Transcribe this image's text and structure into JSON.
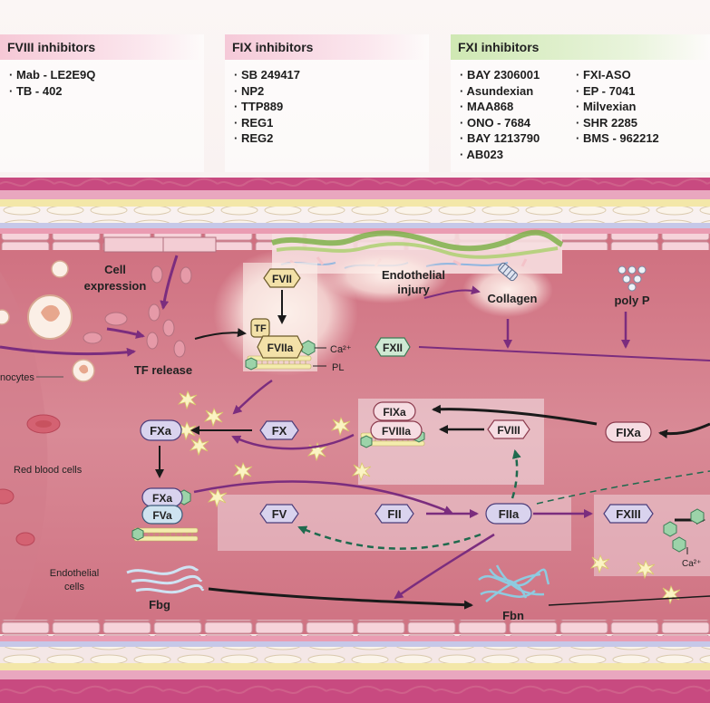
{
  "panels": {
    "fviii": {
      "title": "FVIII inhibitors",
      "items": [
        "Mab - LE2E9Q",
        "TB - 402"
      ]
    },
    "fix": {
      "title": "FIX inhibitors",
      "items": [
        "SB 249417",
        "NP2",
        "TTP889",
        "REG1",
        "REG2"
      ]
    },
    "fxi": {
      "title": "FXI inhibitors",
      "col1": [
        "BAY 2306001",
        "Asundexian",
        "MAA868",
        "ONO - 7684",
        "BAY 1213790",
        "AB023"
      ],
      "col2": [
        "FXI-ASO",
        "EP - 7041",
        "Milvexian",
        "SHR 2285",
        "BMS - 962212"
      ]
    }
  },
  "labels": {
    "cell_expression": [
      "Cell",
      "expression"
    ],
    "tf_release": "TF release",
    "monocytes": "nocytes",
    "red_blood_cells": "Red blood cells",
    "endothelial_cells": [
      "Endothelial",
      "cells"
    ],
    "endothelial_injury": [
      "Endothelial",
      "injury"
    ],
    "collagen": "Collagen",
    "poly_p": "poly  P",
    "ca_top": "Ca²⁺",
    "pl": "PL",
    "ca_right": "Ca²⁺"
  },
  "factors": {
    "fvii": "FVII",
    "tf": "TF",
    "fviia": "FVIIa",
    "fxii": "FXII",
    "fxa_top": "FXa",
    "fx": "FX",
    "fixa_complex": "FIXa",
    "fviiia": "FVIIIa",
    "fviii": "FVIII",
    "fixa_right": "FIXa",
    "fxa_bottom": "FXa",
    "fva": "FVa",
    "fv": "FV",
    "fii": "FII",
    "fiia": "FIIa",
    "fxiii": "FXIII",
    "fbg": "Fbg",
    "fbn": "Fbn"
  },
  "colors": {
    "arrow_purple": "#7b2d7e",
    "arrow_black": "#1a1a1a",
    "arrow_green": "#1f6a4e",
    "vessel": "#d98a96",
    "fviii_header": "#f6c8d6",
    "fix_header": "#f5c9d8",
    "fxi_header": "#cfe8b3",
    "lavender_factor": "#d9d3ee",
    "pink_factor": "#f6dce2",
    "green_factor": "#cfe9d3"
  }
}
